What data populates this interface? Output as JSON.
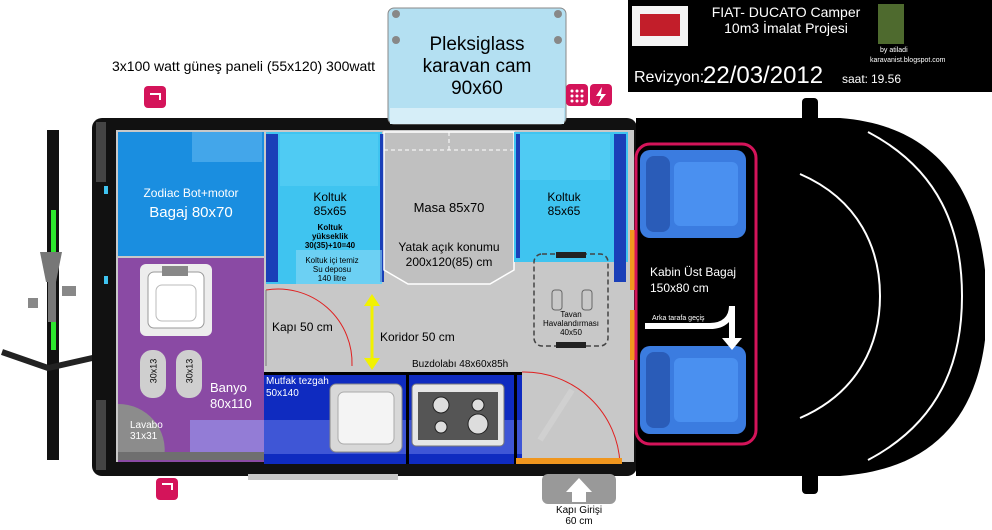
{
  "solar_panel_note": "3x100 watt güneş paneli (55x120) 300watt",
  "window": {
    "l1": "Pleksiglass",
    "l2": "karavan cam",
    "l3": "90x60"
  },
  "header": {
    "title_line1": "FIAT- DUCATO Camper",
    "title_line2": "10m3 İmalat Projesi",
    "author": "by atiladi",
    "blog": "karavanist.blogspot.com",
    "revision_label": "Revizyon:",
    "revision_date": "22/03/2012",
    "time_label": "saat:",
    "time_value": "19.56"
  },
  "rooms": {
    "storage_l1": "Zodiac Bot+motor",
    "storage_l2": "Bagaj 80x70",
    "seat_left_l1": "Koltuk",
    "seat_left_l2": "85x65",
    "seat_height_l1": "Koltuk",
    "seat_height_l2": "yükseklik",
    "seat_height_l3": "30(35)+10=40",
    "water_l1": "Koltuk içi temiz",
    "water_l2": "Su deposu",
    "water_l3": "140 litre",
    "table": "Masa 85x70",
    "bed_l1": "Yatak açık konumu",
    "bed_l2": "200x120(85) cm",
    "seat_right_l1": "Koltuk",
    "seat_right_l2": "85x65",
    "vent_l1": "Tavan",
    "vent_l2": "Havalandırması",
    "vent_l3": "40x50",
    "cabin_l1": "Kabin Üst Bagaj",
    "cabin_l2": "150x80 cm",
    "back_pass": "Arka tarafa geçiş",
    "door": "Kapı 50 cm",
    "corridor": "Koridor 50 cm",
    "fridge": "Buzdolabı 48x60x85h",
    "kitchen_l1": "Mutfak tezgah",
    "kitchen_l2": "50x140",
    "bath_l1": "Banyo",
    "bath_l2": "80x110",
    "sink_l1": "Lavabo",
    "sink_l2": "31x31",
    "foot1": "30x13",
    "foot2": "30x13",
    "entry_l1": "Kapı Girişi",
    "entry_l2": "60 cm"
  },
  "colors": {
    "cushion": "#3fc4f0",
    "storage": "#1a8ee0",
    "bathroom": "#8a4aa4",
    "kitchen": "#0f2bc0",
    "floor": "#c8c8c8",
    "cabin": "#000000",
    "accent": "#d4145a"
  },
  "icons": [
    "water-tap-icon",
    "power-icon",
    "plug-icon",
    "shower-icon",
    "arrow-up-icon"
  ]
}
